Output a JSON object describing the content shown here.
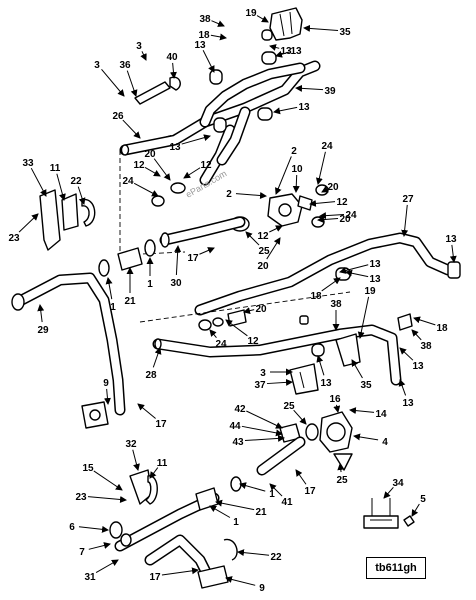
{
  "figure_id": "tb611gh",
  "watermark": "eParts.com",
  "callouts": [
    "38",
    "19",
    "35",
    "18",
    "13",
    "13",
    "3",
    "40",
    "3",
    "36",
    "13",
    "39",
    "26",
    "13",
    "13",
    "20",
    "2",
    "24",
    "12",
    "12",
    "10",
    "24",
    "20",
    "2",
    "12",
    "20",
    "24",
    "12",
    "25",
    "20",
    "33",
    "11",
    "22",
    "23",
    "27",
    "13",
    "13",
    "1",
    "21",
    "1",
    "30",
    "17",
    "13",
    "18",
    "38",
    "19",
    "20",
    "29",
    "12",
    "24",
    "18",
    "38",
    "28",
    "13",
    "3",
    "37",
    "35",
    "13",
    "13",
    "9",
    "17",
    "16",
    "25",
    "42",
    "14",
    "44",
    "43",
    "4",
    "25",
    "32",
    "11",
    "1",
    "15",
    "23",
    "21",
    "41",
    "17",
    "1",
    "34",
    "5",
    "6",
    "7",
    "31",
    "17",
    "9",
    "22"
  ]
}
